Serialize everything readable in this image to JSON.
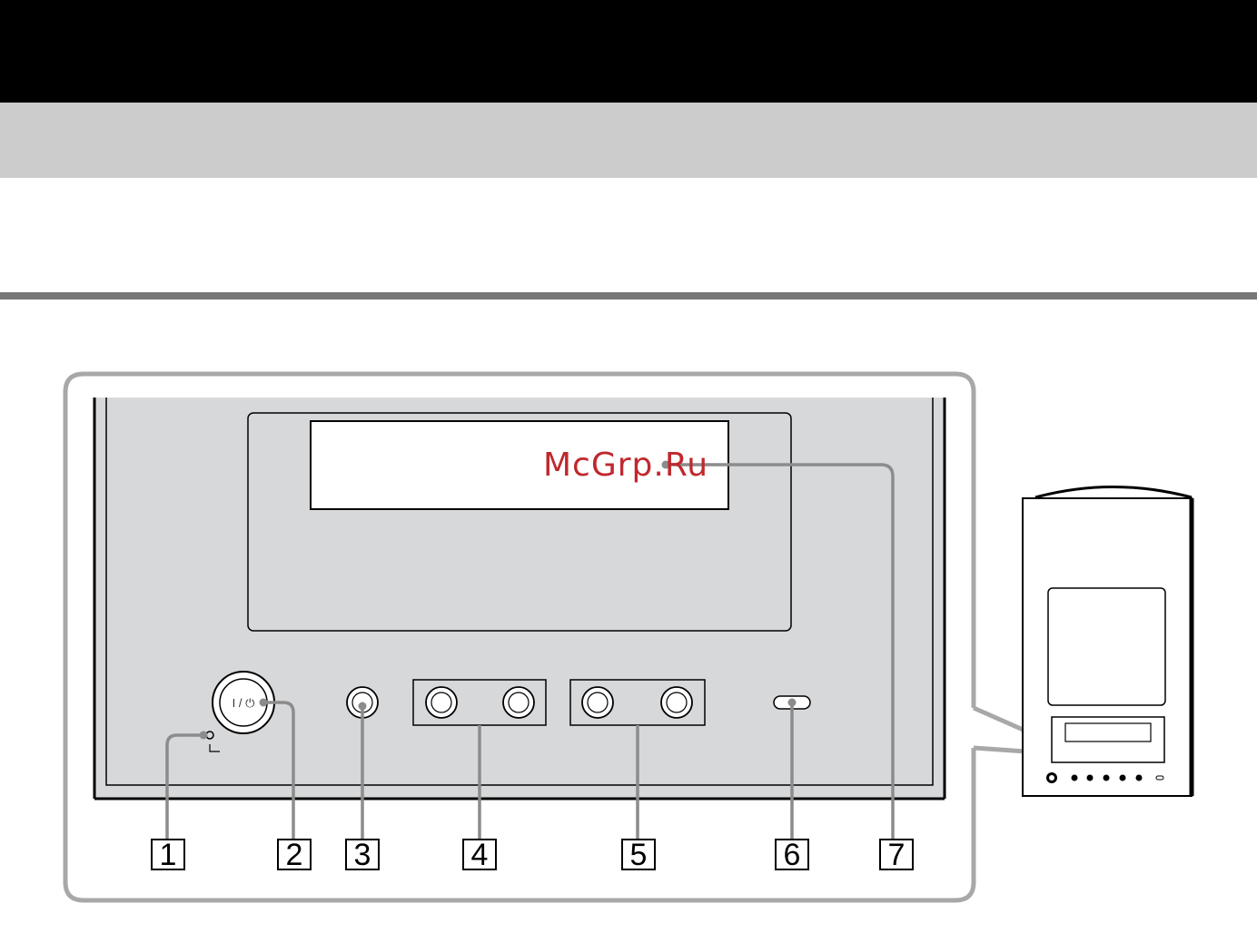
{
  "header": {
    "bar_color": "#000000",
    "band_color": "#cccccc"
  },
  "diagram": {
    "power_button_label": "I / ⏻",
    "watermark": "McGrp.Ru",
    "callouts": [
      "1",
      "2",
      "3",
      "4",
      "5",
      "6",
      "7"
    ]
  }
}
